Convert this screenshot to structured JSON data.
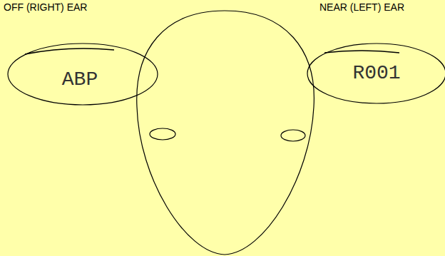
{
  "diagram": {
    "nodes": [
      {
        "text": [
          "OFF (RIGHT) EAR",
          "ABP"
        ]
      },
      {
        "text": [
          "NEAR (LEFT) EAR",
          "R001"
        ]
      }
    ]
  }
}
